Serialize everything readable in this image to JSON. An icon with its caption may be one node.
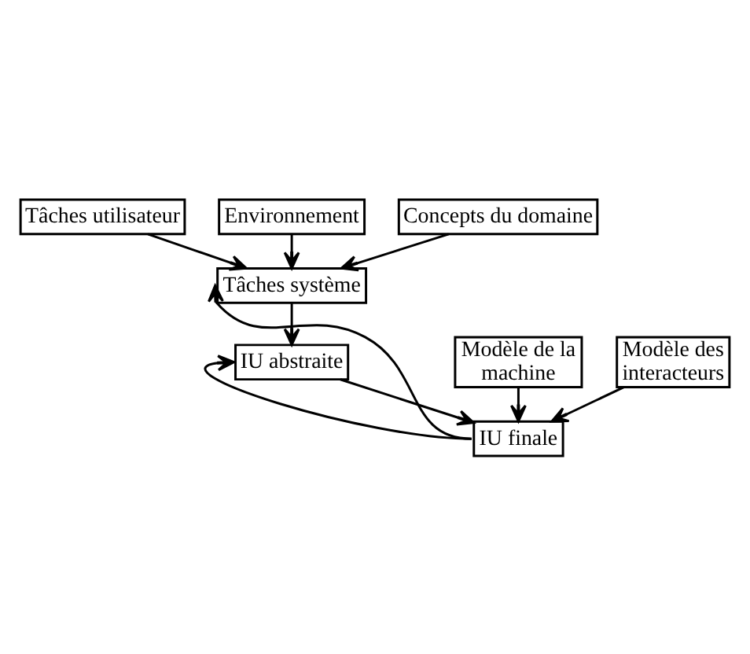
{
  "diagram": {
    "nodes": [
      {
        "text": [
          "Tâches utilisateur"
        ]
      },
      {
        "text": [
          "Environnement"
        ]
      },
      {
        "text": [
          "Concepts du domaine"
        ]
      },
      {
        "text": [
          "Tâches système"
        ]
      },
      {
        "text": [
          "IU abstraite"
        ]
      },
      {
        "text": [
          "Modèle de la machine"
        ]
      },
      {
        "text": [
          "Modèle des interacteurs"
        ]
      },
      {
        "text": [
          "IU finale"
        ]
      }
    ],
    "edges": [
      {
        "from": 0,
        "to": 3,
        "arrow": "to"
      },
      {
        "from": 1,
        "to": 3,
        "arrow": "to"
      },
      {
        "from": 2,
        "to": 3,
        "arrow": "to"
      },
      {
        "from": 3,
        "to": 4,
        "arrow": "to"
      },
      {
        "from": 4,
        "to": 7,
        "arrow": "to"
      },
      {
        "from": 5,
        "to": 7,
        "arrow": "to"
      },
      {
        "from": 6,
        "to": 7,
        "arrow": "to"
      },
      {
        "from": 7,
        "to": 3,
        "arrow": "to"
      },
      {
        "from": 7,
        "to": 4,
        "arrow": "to"
      }
    ]
  }
}
